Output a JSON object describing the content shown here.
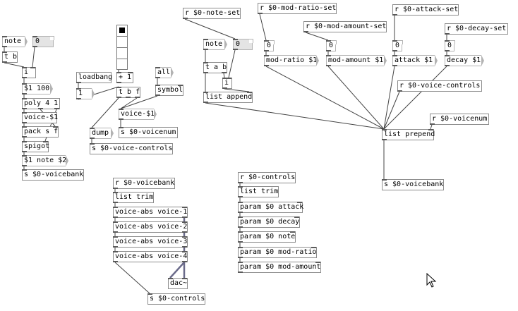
{
  "patch": {
    "objects": [
      {
        "id": "note_msg1",
        "text": "note",
        "kind": "msg"
      },
      {
        "id": "num1",
        "text": "0",
        "kind": "num",
        "gray": true
      },
      {
        "id": "tb1",
        "text": "t b",
        "kind": "obj"
      },
      {
        "id": "i1",
        "text": "i",
        "kind": "obj"
      },
      {
        "id": "msg100",
        "text": "$1 100",
        "kind": "msg"
      },
      {
        "id": "poly",
        "text": "poly 4 1",
        "kind": "obj"
      },
      {
        "id": "voice1",
        "text": "voice-$1",
        "kind": "obj"
      },
      {
        "id": "pack",
        "text": "pack s f",
        "kind": "obj"
      },
      {
        "id": "spigot",
        "text": "spigot",
        "kind": "obj"
      },
      {
        "id": "msgnote",
        "text": "$1 note $2",
        "kind": "msg"
      },
      {
        "id": "svoicebank1",
        "text": "s $0-voicebank",
        "kind": "obj"
      },
      {
        "id": "plus1",
        "text": "+ 1",
        "kind": "obj"
      },
      {
        "id": "loadbang",
        "text": "loadbang",
        "kind": "obj"
      },
      {
        "id": "one",
        "text": "1",
        "kind": "msg"
      },
      {
        "id": "tbf",
        "text": "t b f",
        "kind": "obj"
      },
      {
        "id": "all",
        "text": "all",
        "kind": "msg"
      },
      {
        "id": "symbol",
        "text": "symbol",
        "kind": "obj"
      },
      {
        "id": "voice2",
        "text": "voice-$1",
        "kind": "msg"
      },
      {
        "id": "dump",
        "text": "dump",
        "kind": "msg"
      },
      {
        "id": "svoicenum",
        "text": "s $0-voicenum",
        "kind": "obj"
      },
      {
        "id": "svoicecontrols",
        "text": "s $0-voice-controls",
        "kind": "obj"
      },
      {
        "id": "rnoteset",
        "text": "r $0-note-set",
        "kind": "obj"
      },
      {
        "id": "note_msg2",
        "text": "note",
        "kind": "msg"
      },
      {
        "id": "num2",
        "text": "0",
        "kind": "num",
        "gray": true
      },
      {
        "id": "tab",
        "text": "t a b",
        "kind": "obj"
      },
      {
        "id": "i2",
        "text": "i",
        "kind": "obj"
      },
      {
        "id": "listappend",
        "text": "list append",
        "kind": "obj"
      },
      {
        "id": "rmodratioset",
        "text": "r $0-mod-ratio-set",
        "kind": "obj"
      },
      {
        "id": "num3",
        "text": "0",
        "kind": "num"
      },
      {
        "id": "modratio",
        "text": "mod-ratio $1",
        "kind": "msg"
      },
      {
        "id": "rmodamountset",
        "text": "r $0-mod-amount-set",
        "kind": "obj"
      },
      {
        "id": "num4",
        "text": "0",
        "kind": "num"
      },
      {
        "id": "modamount",
        "text": "mod-amount $1",
        "kind": "msg"
      },
      {
        "id": "rattackset",
        "text": "r $0-attack-set",
        "kind": "obj"
      },
      {
        "id": "num5",
        "text": "0",
        "kind": "num"
      },
      {
        "id": "attack",
        "text": "attack $1",
        "kind": "msg"
      },
      {
        "id": "rdecayset",
        "text": "r $0-decay-set",
        "kind": "obj"
      },
      {
        "id": "num6",
        "text": "0",
        "kind": "num"
      },
      {
        "id": "decay",
        "text": "decay $1",
        "kind": "msg"
      },
      {
        "id": "rvoicecontrols",
        "text": "r $0-voice-controls",
        "kind": "obj"
      },
      {
        "id": "rvoicenum",
        "text": "r $0-voicenum",
        "kind": "obj"
      },
      {
        "id": "listprepend",
        "text": "list prepend",
        "kind": "obj"
      },
      {
        "id": "svoicebank2",
        "text": "s $0-voicebank",
        "kind": "obj"
      },
      {
        "id": "rvoicebank",
        "text": "r $0-voicebank",
        "kind": "obj"
      },
      {
        "id": "listtrim1",
        "text": "list trim",
        "kind": "obj"
      },
      {
        "id": "va1",
        "text": "voice-abs voice-1",
        "kind": "obj"
      },
      {
        "id": "va2",
        "text": "voice-abs voice-2",
        "kind": "obj"
      },
      {
        "id": "va3",
        "text": "voice-abs voice-3",
        "kind": "obj"
      },
      {
        "id": "va4",
        "text": "voice-abs voice-4",
        "kind": "obj"
      },
      {
        "id": "dac",
        "text": "dac~",
        "kind": "obj"
      },
      {
        "id": "scontrols",
        "text": "s $0-controls",
        "kind": "obj"
      },
      {
        "id": "rcontrols",
        "text": "r $0-controls",
        "kind": "obj"
      },
      {
        "id": "listtrim2",
        "text": "list trim",
        "kind": "obj"
      },
      {
        "id": "pattack",
        "text": "param $0 attack",
        "kind": "obj"
      },
      {
        "id": "pdecay",
        "text": "param $0 decay",
        "kind": "obj"
      },
      {
        "id": "pnote",
        "text": "param $0 note",
        "kind": "obj"
      },
      {
        "id": "pmodratio",
        "text": "param $0 mod-ratio",
        "kind": "obj"
      },
      {
        "id": "pmodamount",
        "text": "param $0 mod-amount",
        "kind": "obj"
      }
    ]
  }
}
